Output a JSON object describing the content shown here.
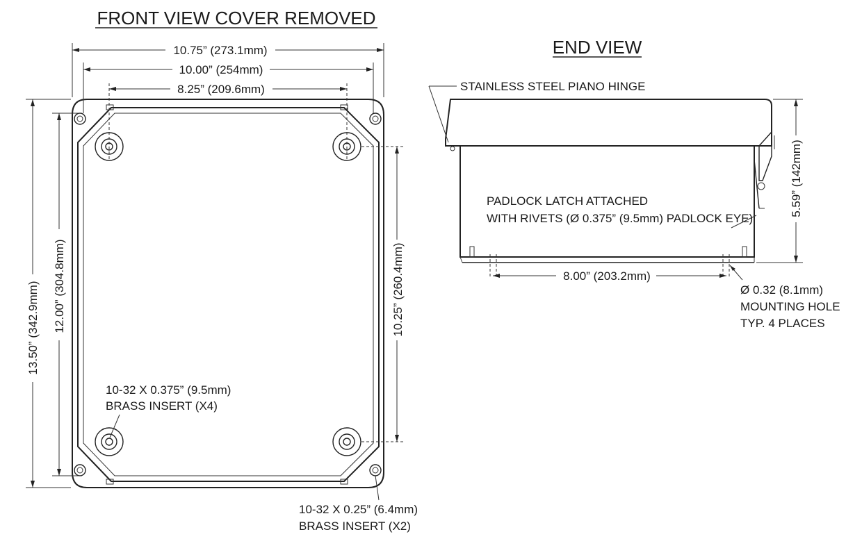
{
  "front_view": {
    "title": "FRONT VIEW COVER REMOVED",
    "dims": {
      "overall_width": "10.75” (273.1mm)",
      "flange_width": "10.00” (254mm)",
      "insert_spacing_x": "8.25” (209.6mm)",
      "overall_height": "13.50” (342.9mm)",
      "flange_height": "12.00” (304.8mm)",
      "insert_spacing_y": "10.25” (260.4mm)"
    },
    "notes": {
      "large_insert_line1": "10-32 X 0.375” (9.5mm)",
      "large_insert_line2": "BRASS INSERT (X4)",
      "small_insert_line1": "10-32 X 0.25” (6.4mm)",
      "small_insert_line2": "BRASS INSERT (X2)"
    }
  },
  "end_view": {
    "title": "END VIEW",
    "dims": {
      "height": "5.59” (142mm)",
      "mounting_spacing": "8.00” (203.2mm)"
    },
    "notes": {
      "hinge": "STAINLESS STEEL PIANO HINGE",
      "latch_line1": "PADLOCK LATCH ATTACHED",
      "latch_line2": "WITH RIVETS (Ø 0.375” (9.5mm) PADLOCK EYE)",
      "hole_line1": "Ø 0.32 (8.1mm)",
      "hole_line2": "MOUNTING HOLE",
      "hole_line3": "TYP. 4 PLACES"
    }
  }
}
